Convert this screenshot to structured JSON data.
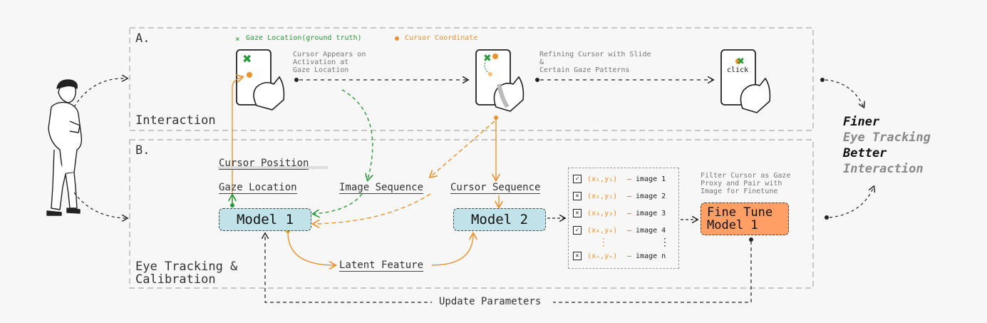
{
  "sections": {
    "a_label": "A.",
    "b_label": "B.",
    "interaction": "Interaction",
    "eye_tracking_line1": "Eye Tracking &",
    "eye_tracking_line2": "Calibration"
  },
  "legend": {
    "gaze": "Gaze Location(ground truth)",
    "cursor": "Cursor Coordinate"
  },
  "captions": {
    "step1_line1": "Cursor Appears on",
    "step1_line2": "Activation at",
    "step1_line3": "Gaze Location",
    "step2_line1": "Refining Cursor with Slide",
    "step2_line2": "&",
    "step2_line3": "Certain Gaze Patterns",
    "click": "click",
    "filter_line1": "Filter Cursor as Gaze",
    "filter_line2": "Proxy and Pair with",
    "filter_line3": "Image for Finetune"
  },
  "labels": {
    "cursor_position": "Cursor Position",
    "gaze_location": "Gaze Location",
    "image_sequence": "Image Sequence",
    "cursor_sequence": "Cursor Sequence",
    "latent_feature": "Latent Feature",
    "update_parameters": "Update Parameters"
  },
  "models": {
    "model1": "Model 1",
    "model2": "Model 2",
    "fine_tune_line1": "Fine Tune",
    "fine_tune_line2": "Model 1"
  },
  "list": {
    "rows": [
      {
        "check": "✓",
        "coord": "(x₁,y₁)",
        "image": "image 1"
      },
      {
        "check": "✕",
        "coord": "(x₂,y₂)",
        "image": "image 2"
      },
      {
        "check": "✕",
        "coord": "(x₃,y₃)",
        "image": "image 3"
      },
      {
        "check": "✓",
        "coord": "(x₄,y₄)",
        "image": "image 4"
      },
      {
        "check": "✕",
        "coord": "(xₙ,yₙ)",
        "image": "image n"
      }
    ],
    "ellipsis": "⋮"
  },
  "outcome": {
    "line1": "Finer",
    "line2": "Eye Tracking",
    "line3": "Better",
    "line4": "Interaction"
  },
  "colors": {
    "green": "#2a9a3a",
    "orange": "#e8912d",
    "model_fill": "#bfe3e8",
    "finetune_fill": "#ff9f66"
  }
}
